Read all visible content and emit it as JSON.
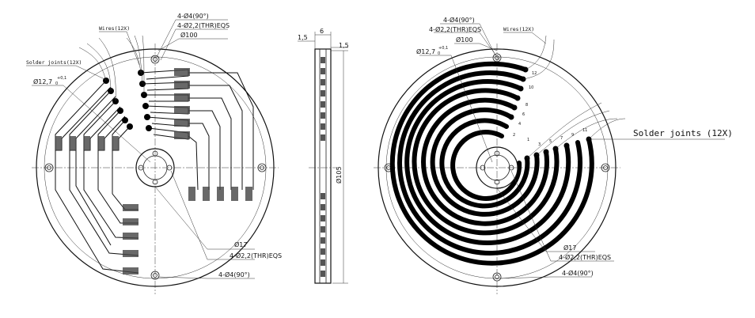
{
  "left_view": {
    "wires": "Wires(12X)",
    "solder_joints": "Solder joints(12X)",
    "mount_holes": "4-Ø4(90°)",
    "thr_holes": "4-Ø2,2(THR)EQS",
    "d100": "Ø100",
    "d12": "Ø12,7",
    "d12_tol": "+0,1",
    "d12_tol2": "0",
    "d17": "Ø17",
    "thr_holes_2": "4-Ø2,2(THR)EQS",
    "mount_holes_2": "4-Ø4(90°)"
  },
  "side_view": {
    "dim_15_left": "1,5",
    "dim_6": "6",
    "dim_15_right": "1,5",
    "dim_105": "Ø105"
  },
  "right_view": {
    "mount_holes": "4-Ø4(90°)",
    "thr_holes": "4-Ø2,2(THR)EQS",
    "d100": "Ø100",
    "d12": "Ø12,7",
    "d12_tol": "+0,1",
    "d12_tol2": "0",
    "wires": "Wires(12X)",
    "solder_joints": "Solder joints (12X)",
    "d17": "Ø17",
    "thr_holes_2": "4-Ø2,2(THR)EQS",
    "mount_holes_2": "4-Ø4(90°)",
    "ring_numbers": [
      "1",
      "2",
      "3",
      "4",
      "5",
      "6",
      "7",
      "8",
      "9",
      "10",
      "11",
      "12"
    ]
  }
}
